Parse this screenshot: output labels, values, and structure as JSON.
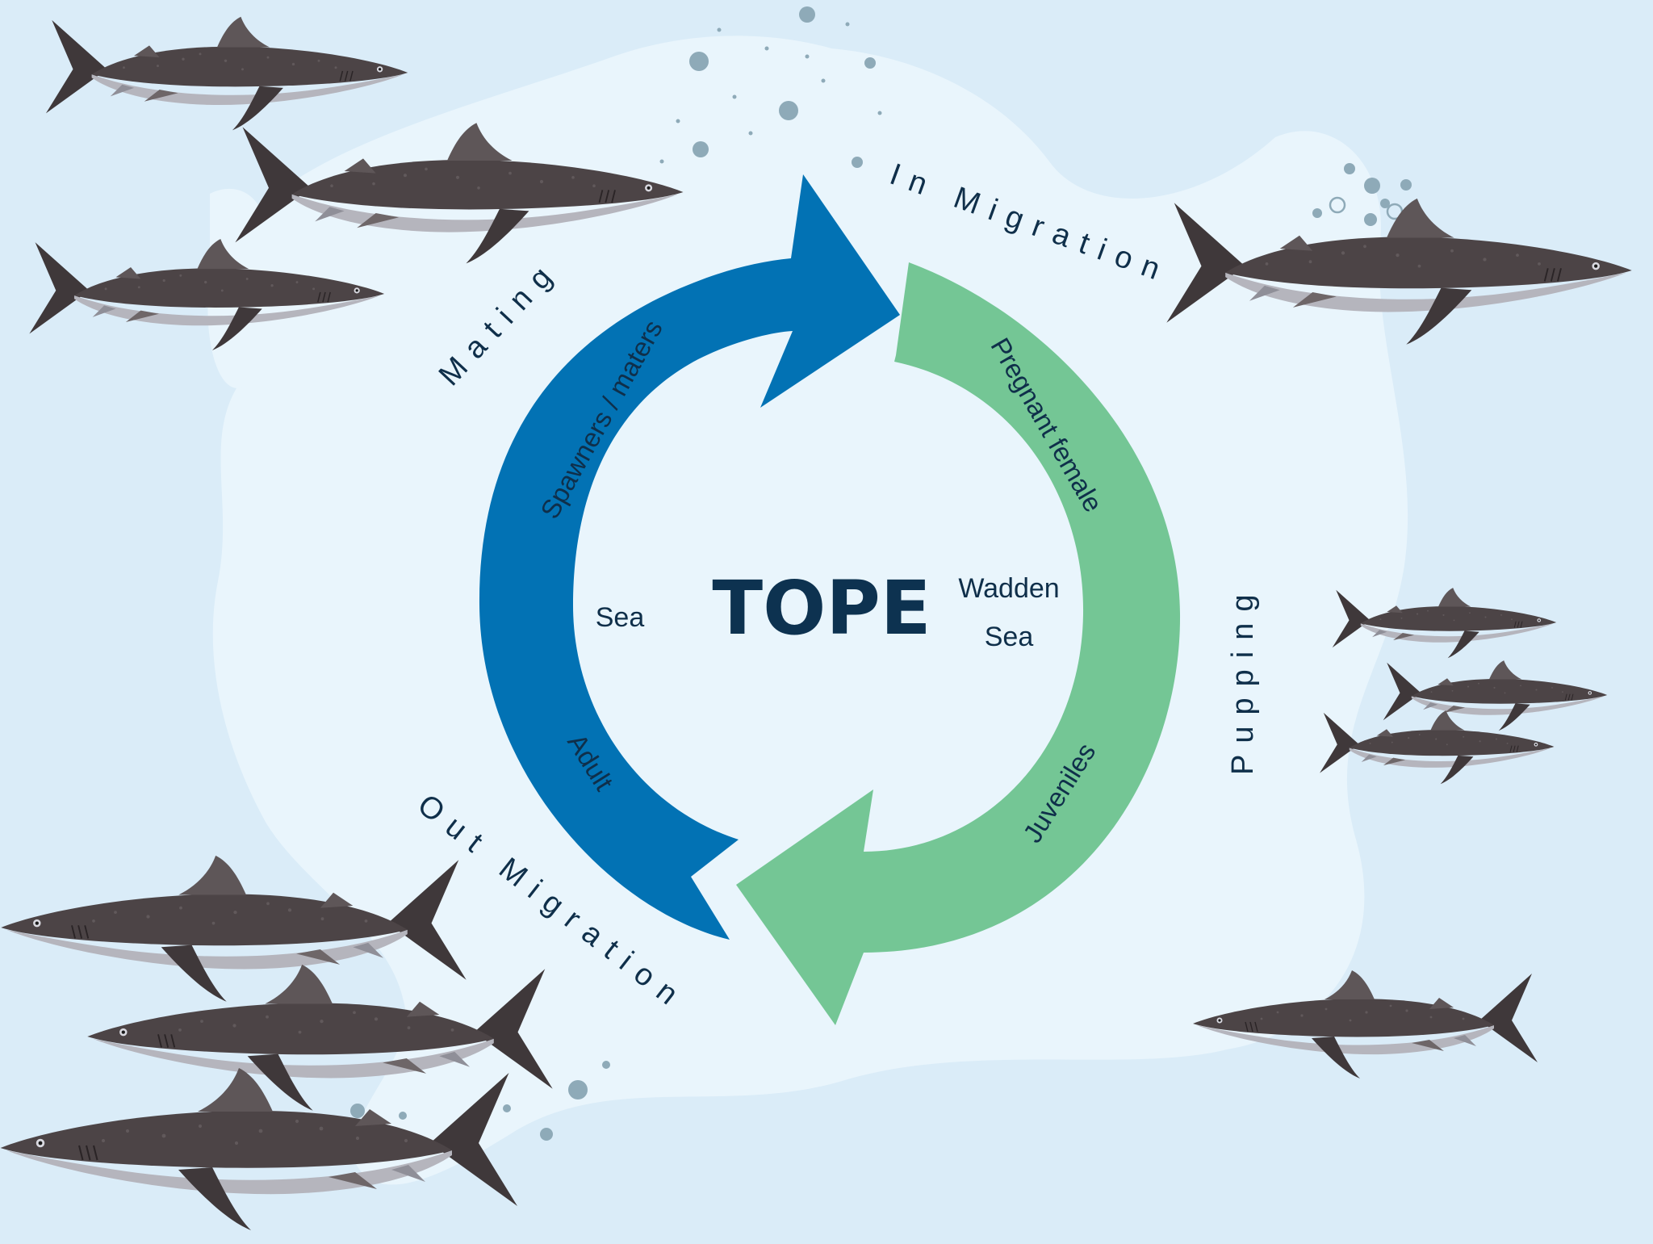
{
  "diagram": {
    "center_title": "TOPE",
    "zone_left": "Sea",
    "zone_right_line1": "Wadden",
    "zone_right_line2": "Sea",
    "arrow_labels": {
      "spawners": "Spawners / maters",
      "adult": "Adult",
      "pregnant": "Pregnant female",
      "juveniles": "Juveniles"
    },
    "stages": {
      "mating": "Mating",
      "in_migration": "In Migration",
      "pupping": "Pupping",
      "out_migration": "Out Migration"
    }
  },
  "colors": {
    "background": "#daecf8",
    "blob": "#e9f5fc",
    "blue_arrow": "#0272b4",
    "green_arrow": "#74c695",
    "text_dark": "#0f2f4a",
    "shark_body": "#4a4345",
    "shark_belly": "#b2b2ba",
    "bubble": "#8eaab8"
  },
  "icons": [
    "shark-icon",
    "bubble-icon"
  ]
}
